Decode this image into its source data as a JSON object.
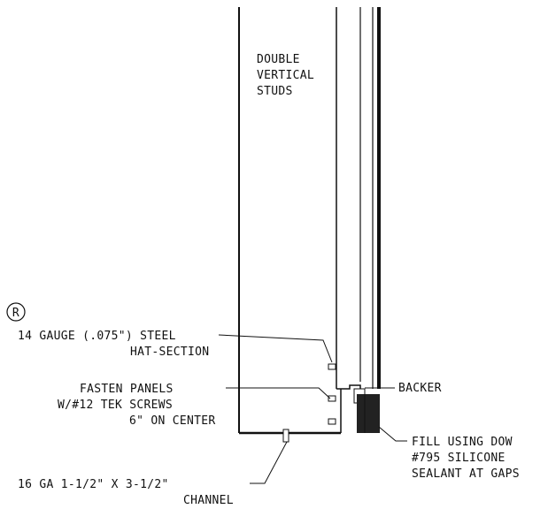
{
  "title": "",
  "callout_symbol": "R",
  "labels": {
    "studs": [
      "DOUBLE",
      "VERTICAL",
      "STUDS"
    ],
    "hat_section": [
      "14 GAUGE (.075\") STEEL",
      "HAT-SECTION"
    ],
    "fasten": [
      "FASTEN PANELS",
      "W/#12 TEK SCREWS",
      "6\" ON CENTER"
    ],
    "backer": [
      "BACKER"
    ],
    "fill": [
      "FILL USING DOW",
      "#795 SILICONE",
      "SEALANT AT GAPS"
    ],
    "channel": [
      "16 GA 1-1/2\" X 3-1/2\"",
      "CHANNEL"
    ]
  }
}
